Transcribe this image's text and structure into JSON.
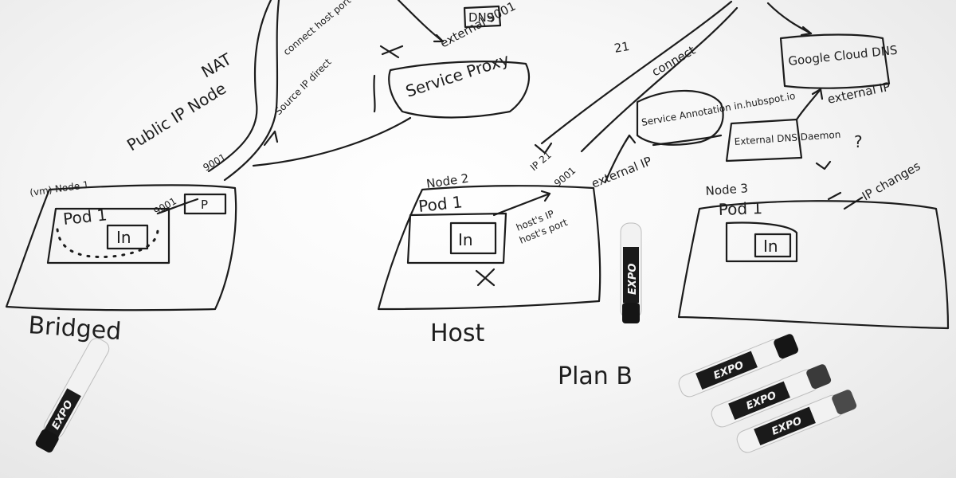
{
  "labels": {
    "public_ip_node": "Public IP Node",
    "nat": "NAT",
    "connect_host_port": "connect host port",
    "source_ip_direct": "Source IP direct",
    "dns_top": "DNS",
    "external_9001": "external 9001",
    "service_proxy": "Service Proxy",
    "google_cloud_dns": "Google Cloud DNS",
    "connect": "connect",
    "num_21": "21",
    "service_anno": "Service Annotation in.hubspot.io",
    "external_dns_daemon": "External DNS Daemon",
    "external_ip_top": "external IP",
    "question": "?",
    "vm_node1": "(vm) Node 1",
    "pod1_a": "Pod 1",
    "in_a": "In",
    "p_box": "P",
    "ipv6": "9001",
    "port_9001_a": "9001",
    "node2": "Node 2",
    "pod1_b": "Pod 1",
    "in_b": "In",
    "host_ip": "host's IP",
    "host_port": "host's port",
    "ip21": "IP 21",
    "port_9001_b": "9001",
    "external_ip_mid": "external IP",
    "node3": "Node 3",
    "pod1_c": "Pod 1",
    "in_c": "In",
    "ip_changes": "IP changes",
    "bridged": "Bridged",
    "host": "Host",
    "plan_b": "Plan B"
  },
  "markers": {
    "brand": "EXPO"
  },
  "colors": {
    "ink": "#1c1c1c",
    "board": "#f7f7f7",
    "marker_body": "#f2f2f2",
    "marker_cap": "#151515"
  }
}
